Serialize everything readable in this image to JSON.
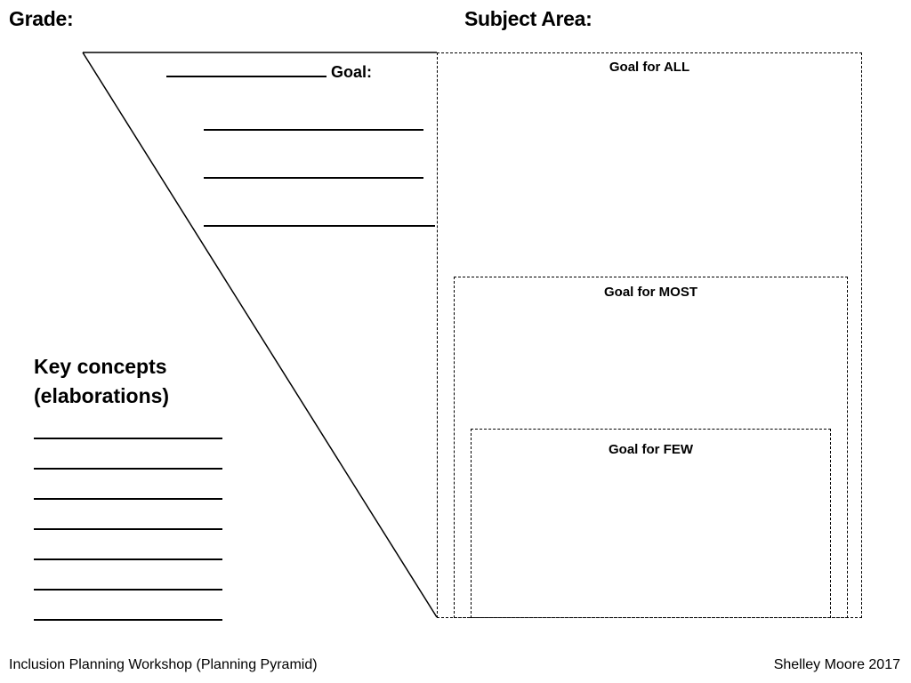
{
  "header": {
    "grade_label": "Grade:",
    "subject_label": "Subject Area:"
  },
  "pyramid": {
    "goal_label": "Goal:",
    "boxes": {
      "all": "Goal for ALL",
      "most": "Goal for MOST",
      "few": "Goal for FEW"
    }
  },
  "key_concepts": {
    "line1": "Key concepts",
    "line2": "(elaborations)"
  },
  "footer": {
    "left": "Inclusion Planning Workshop (Planning Pyramid)",
    "right": "Shelley Moore 2017"
  }
}
